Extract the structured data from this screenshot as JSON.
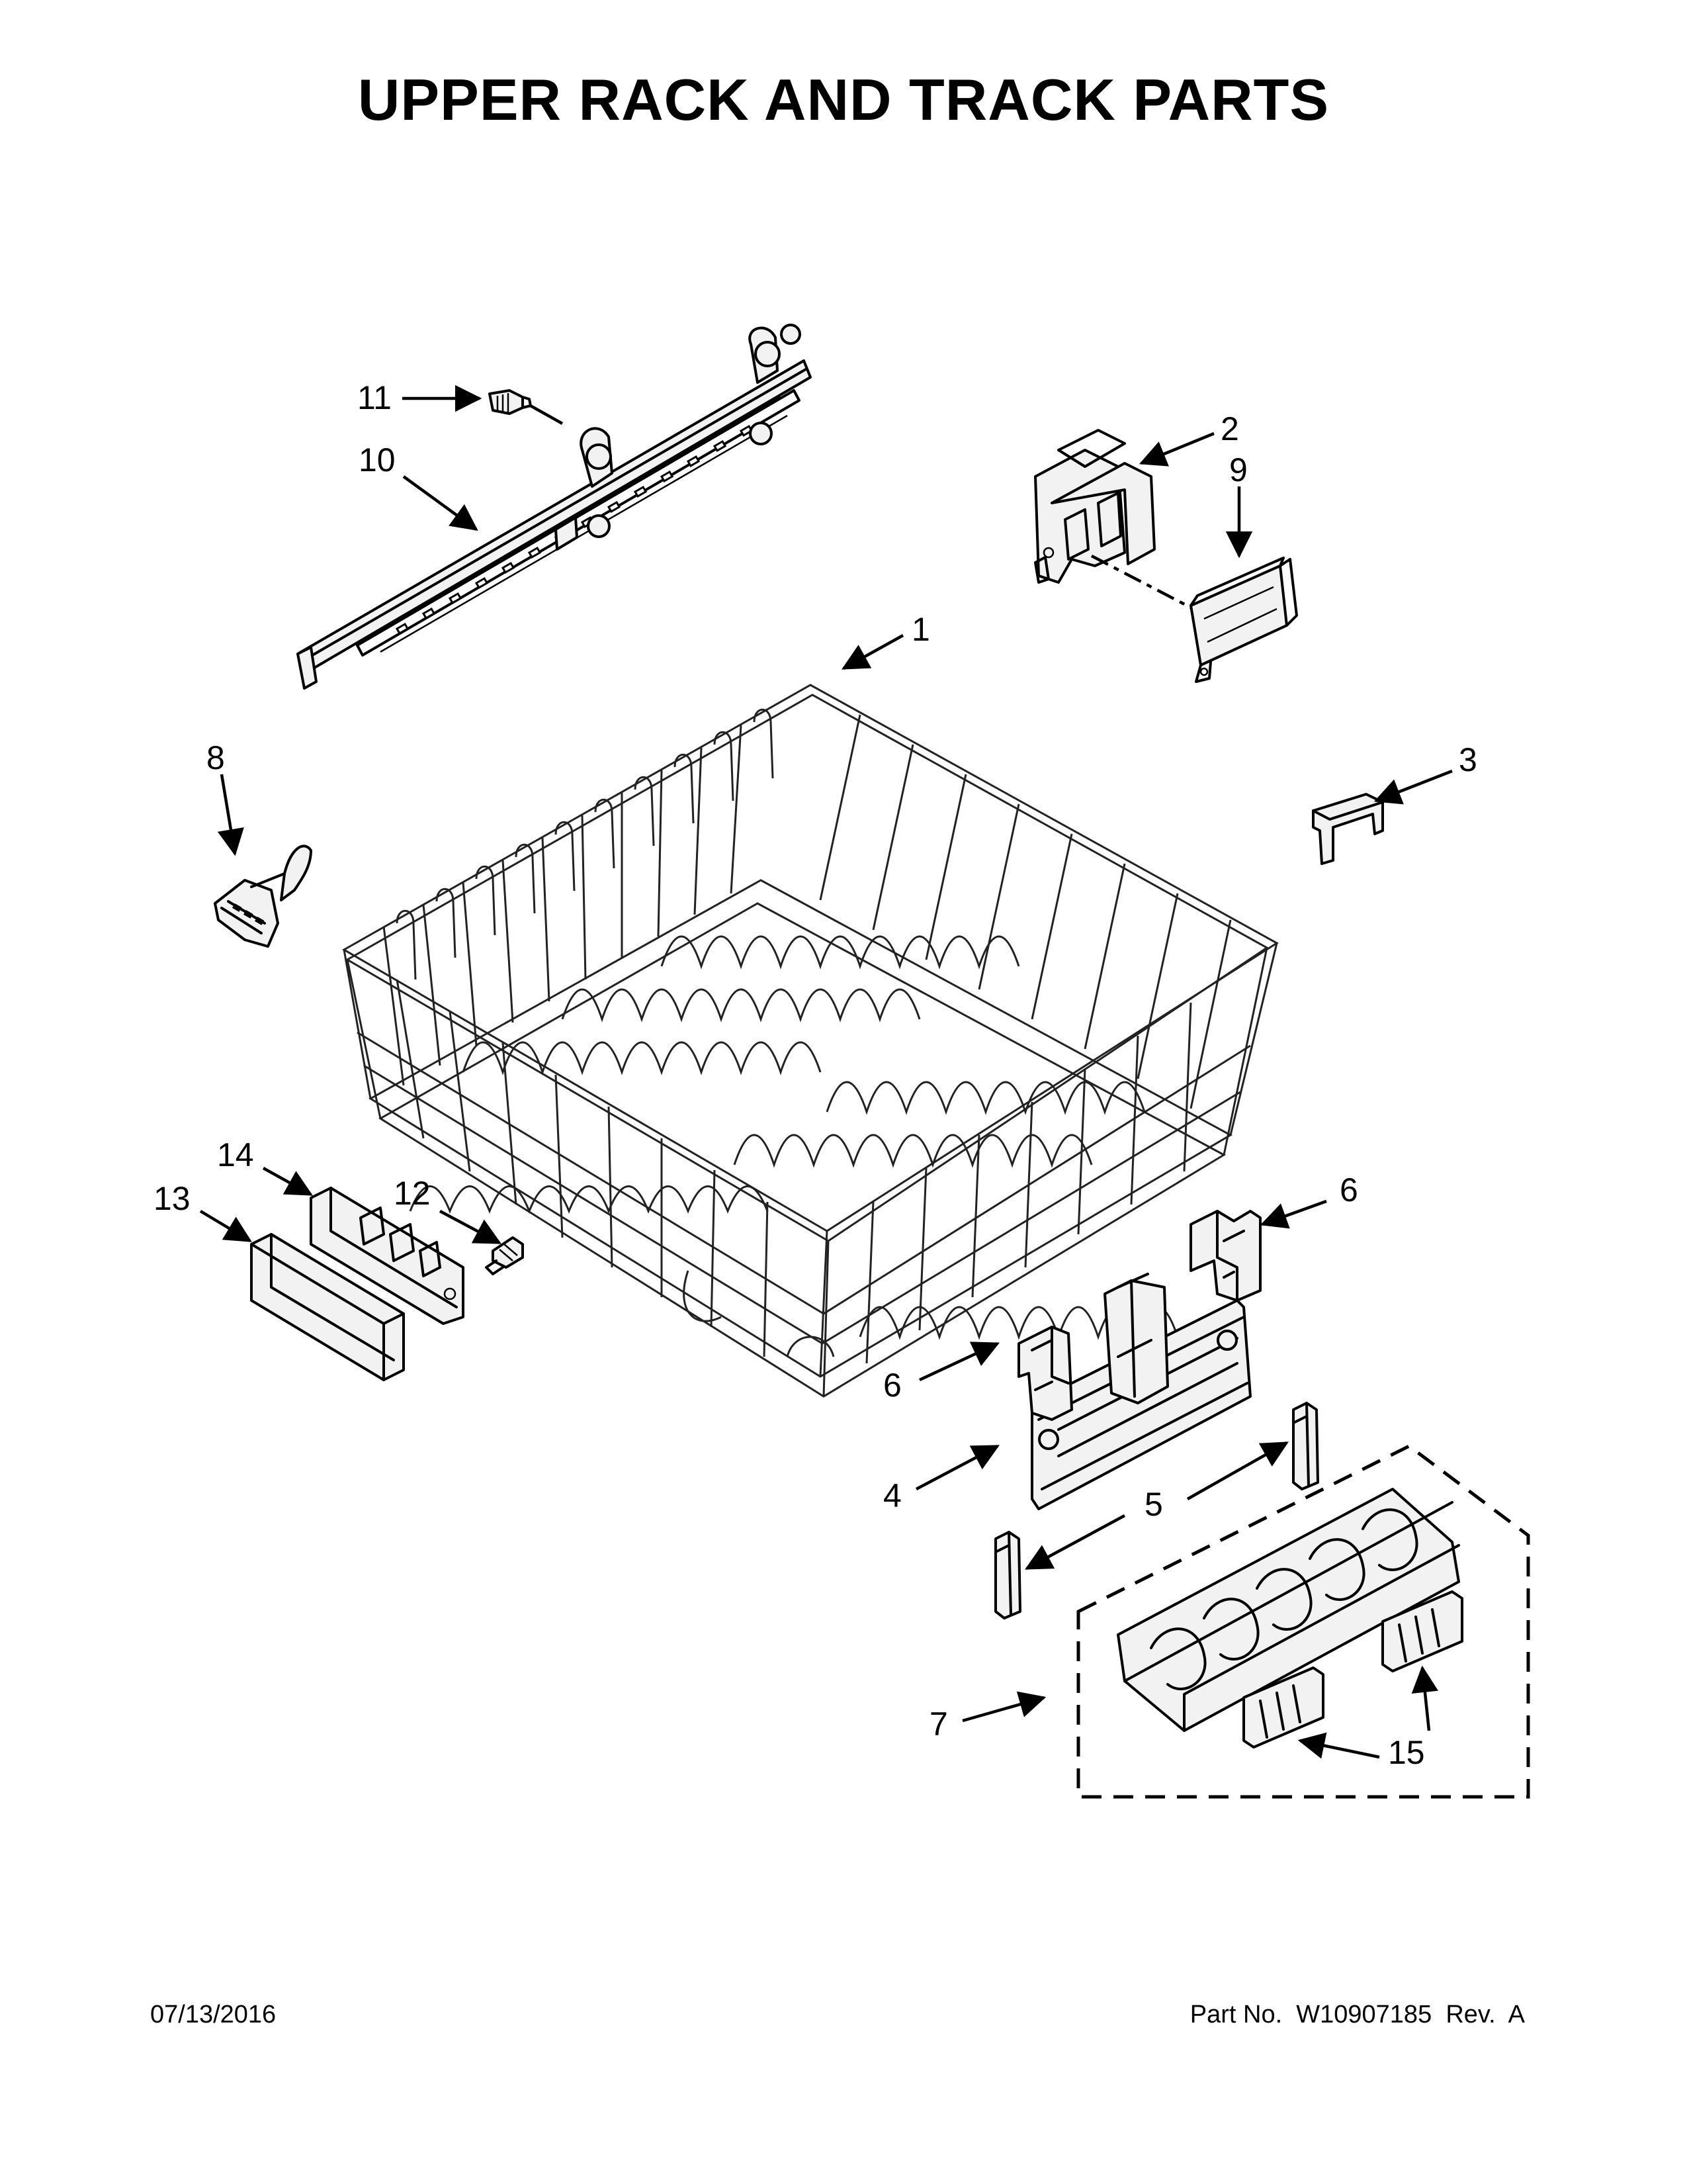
{
  "title": "UPPER RACK AND TRACK PARTS",
  "footer": {
    "date": "07/13/2016",
    "part_number": "Part No.  W10907185  Rev.  A"
  },
  "callouts": {
    "c1": "1",
    "c2": "2",
    "c3": "3",
    "c4": "4",
    "c5": "5",
    "c6a": "6",
    "c6b": "6",
    "c7": "7",
    "c8": "8",
    "c9": "9",
    "c10": "10",
    "c11": "11",
    "c12": "12",
    "c13": "13",
    "c14": "14",
    "c15": "15"
  }
}
